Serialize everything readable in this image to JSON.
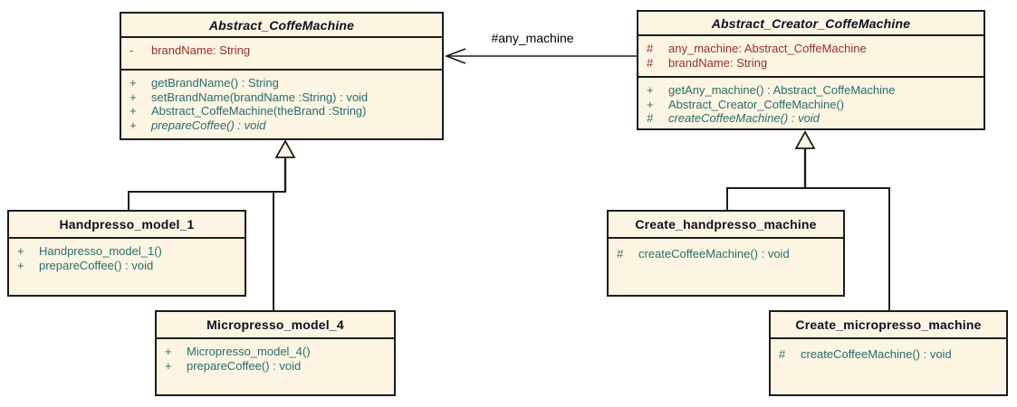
{
  "diagram_type": "uml-class-diagram",
  "colors": {
    "class_fill": "#fcf5e1",
    "border": "#1c1c1c",
    "title_text": "#0e0e24",
    "attribute_text": "#9d2c2c",
    "method_text": "#266e6e",
    "label_text": "#000000",
    "background": "#ffffff"
  },
  "classes": [
    {
      "name": "Abstract_CoffeMachine",
      "abstract": true,
      "attributes": [
        {
          "vis": "-",
          "sig": "brandName: String"
        }
      ],
      "methods": [
        {
          "vis": "+",
          "sig": "getBrandName() : String"
        },
        {
          "vis": "+",
          "sig": "setBrandName(brandName :String) : void"
        },
        {
          "vis": "+",
          "sig": "Abstract_CoffeMachine(theBrand :String)"
        },
        {
          "vis": "+",
          "sig": "prepareCoffee() : void",
          "abstract": true
        }
      ]
    },
    {
      "name": "Abstract_Creator_CoffeMachine",
      "abstract": true,
      "attributes": [
        {
          "vis": "#",
          "sig": "any_machine: Abstract_CoffeMachine"
        },
        {
          "vis": "#",
          "sig": "brandName: String"
        }
      ],
      "methods": [
        {
          "vis": "+",
          "sig": "getAny_machine() : Abstract_CoffeMachine"
        },
        {
          "vis": "+",
          "sig": "Abstract_Creator_CoffeMachine()"
        },
        {
          "vis": "#",
          "sig": "createCoffeeMachine() : void",
          "abstract": true
        }
      ]
    },
    {
      "name": "Handpresso_model_1",
      "abstract": false,
      "attributes": [],
      "methods": [
        {
          "vis": "+",
          "sig": "Handpresso_model_1()"
        },
        {
          "vis": "+",
          "sig": "prepareCoffee() : void"
        }
      ]
    },
    {
      "name": "Micropresso_model_4",
      "abstract": false,
      "attributes": [],
      "methods": [
        {
          "vis": "+",
          "sig": "Micropresso_model_4()"
        },
        {
          "vis": "+",
          "sig": "prepareCoffee() : void"
        }
      ]
    },
    {
      "name": "Create_handpresso_machine",
      "abstract": false,
      "attributes": [],
      "methods": [
        {
          "vis": "#",
          "sig": "createCoffeeMachine() : void"
        }
      ]
    },
    {
      "name": "Create_micropresso_machine",
      "abstract": false,
      "attributes": [],
      "methods": [
        {
          "vis": "#",
          "sig": "createCoffeeMachine() : void"
        }
      ]
    }
  ],
  "relations": {
    "association_label": "#any_machine",
    "generalizations": [
      "Handpresso_model_1 -> Abstract_CoffeMachine",
      "Micropresso_model_4 -> Abstract_CoffeMachine",
      "Create_handpresso_machine -> Abstract_Creator_CoffeMachine",
      "Create_micropresso_machine -> Abstract_Creator_CoffeMachine"
    ]
  }
}
